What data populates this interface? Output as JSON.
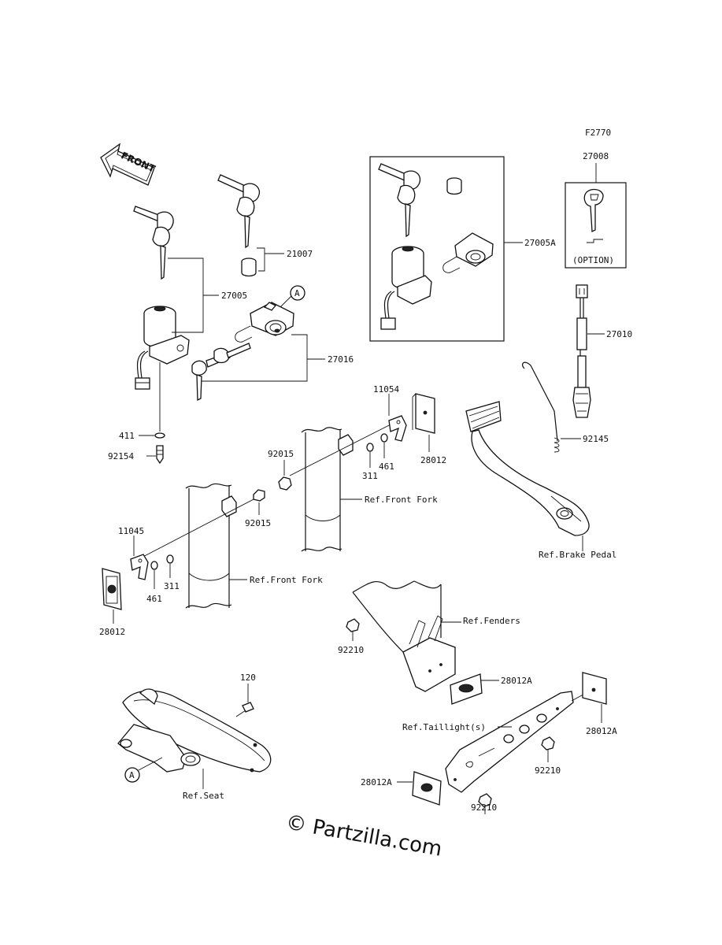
{
  "figure_code": "F2770",
  "front_label": "FRONT",
  "option_label": "(OPTION)",
  "watermark": "© Partzilla.com",
  "callout_a": "A",
  "part_labels": {
    "p27005": "27005",
    "p21007": "21007",
    "p27016": "27016",
    "p411": "411",
    "p92154": "92154",
    "p27005A": "27005A",
    "p27008": "27008",
    "p27010": "27010",
    "p92145": "92145",
    "p11054": "11054",
    "p92015a": "92015",
    "p311a": "311",
    "p461a": "461",
    "p28012a": "28012",
    "p92015b": "92015",
    "p11045": "11045",
    "p461b": "461",
    "p311b": "311",
    "p28012b": "28012",
    "p92210a": "92210",
    "p28012A_1": "28012A",
    "p28012A_2": "28012A",
    "p92210b": "92210",
    "p28012A_3": "28012A",
    "p92210c": "92210",
    "p120": "120"
  },
  "ref_labels": {
    "front_fork_1": "Ref.Front Fork",
    "front_fork_2": "Ref.Front Fork",
    "brake_pedal": "Ref.Brake Pedal",
    "fenders": "Ref.Fenders",
    "taillight": "Ref.Taillight(s)",
    "seat": "Ref.Seat"
  }
}
